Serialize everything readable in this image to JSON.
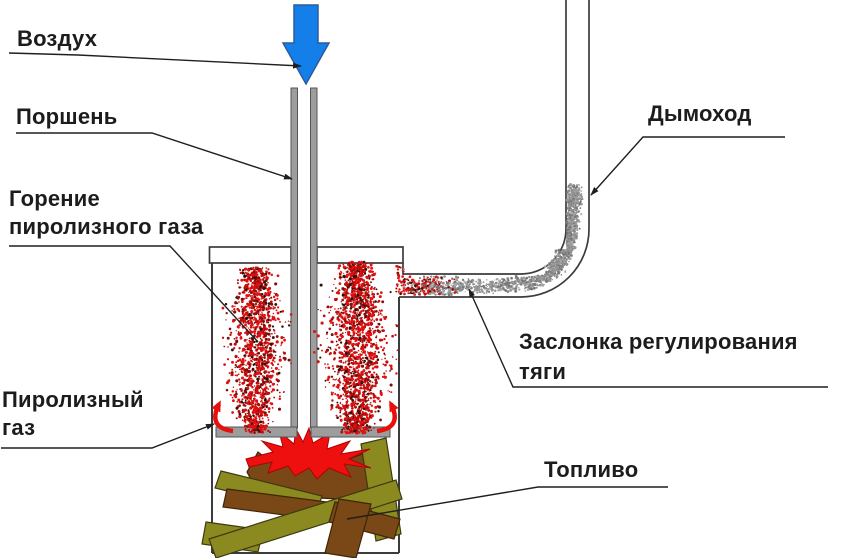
{
  "diagram": {
    "name": "pyrolysis-stove-scheme",
    "labels": {
      "air": "Воздух",
      "piston": "Поршень",
      "combustion_1": "Горение",
      "combustion_2": "пиролизного газа",
      "pyrolysis_gas_1": "Пиролизный",
      "pyrolysis_gas_2": "газ",
      "chimney": "Дымоход",
      "damper_1": "Заслонка регулирования",
      "damper_2": "тяги",
      "fuel": "Топливо"
    },
    "icons": {
      "air_flow": "blue-down-arrow",
      "ignition": "red-flash-star",
      "gas_flow": "red-curved-up-arrows"
    },
    "colors": {
      "air_arrow_blue": "#147fe8",
      "air_arrow_edge": "#2b5c9e",
      "fire_red": "#e01010",
      "fire_red_dark": "#c00c0c",
      "fire_ember": "#7d100c",
      "fire_soot": "#30100a",
      "flash_red": "#ee0f0f",
      "flash_edge": "#aa0505",
      "smoke_gray_1": "#777777",
      "smoke_gray_2": "#8f8f8f",
      "smoke_gray_3": "#9b9b9b",
      "smoke_gray_4": "#ababab",
      "wood_olive": "#8b8a21",
      "wood_olive_edge": "#3d3a10",
      "wood_brown": "#7a4716",
      "wood_brown_edge": "#3e2508",
      "pipe_gray": "#9d9d9d",
      "pipe_edge": "#555555",
      "outline_dark": "#3c3c3c",
      "leader_black": "#1f1f1f"
    }
  }
}
